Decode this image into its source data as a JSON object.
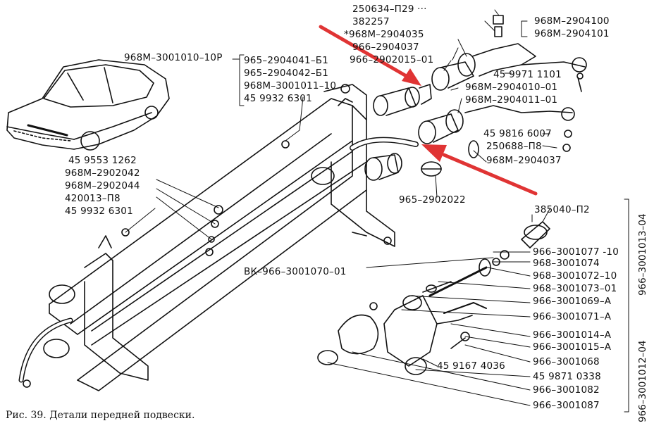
{
  "figure": {
    "caption": "Рис. 39. Детали передней подвески."
  },
  "labels": {
    "p250634": "250634–П29 ···",
    "p382257": "382257",
    "p968m_2904035": "*968М–2904035",
    "p966_2904037": "966–2904037",
    "p966_2902015": "966–2902015–01",
    "p968m_2904100": "968М–2904100",
    "p968m_2904101": "968М–2904101",
    "p968m_3001010": "968М–3001010–10Р",
    "p965_2904041": "965–2904041–Б1",
    "p965_2904042": "965–2904042–Б1",
    "p968m_3001011": "968М–3001011–10",
    "p45_9932_6301_a": "45 9932 6301",
    "p45_9971_1101": "45 9971 1101",
    "p968m_2904010": "968М–2904010–01",
    "p968m_2904011": "968М–2904011–01",
    "p45_9816_6007": "45 9816 6007",
    "p250688": "250688–П8",
    "p968m_2904037": "968М–2904037",
    "p45_9553_1262": "45 9553 1262",
    "p968m_2902042": "968М–2902042",
    "p968m_2902044": "968М–2902044",
    "p420013": "420013–П8",
    "p45_9932_6301_b": "45 9932 6301",
    "p965_2902022": "965–2902022",
    "p385040": "385040–П2",
    "p966_3001077": "966–3001077 -10",
    "p968_3001074": "968–3001074",
    "p968_3001072": "968–3001072–10",
    "p968_3001073": "968–3001073–01",
    "p966_3001069": "966–3001069–А",
    "p966_3001071": "966–3001071–А",
    "p966_3001014": "966–3001014–А",
    "p966_3001015": "966–3001015–А",
    "p966_3001068": "966–3001068",
    "p45_9167_4036": "45 9167 4036",
    "p45_9871_0338": "45 9871 0338",
    "p966_3001082": "966–3001082",
    "p966_3001087": "966–3001087",
    "pbk_966_3001070": "ВК–966–3001070–01",
    "v966_3001013": "966–3001013–04",
    "v966_3001012": "966–3001012–04"
  },
  "colors": {
    "line": "#111111",
    "arrow": "#e03434"
  }
}
